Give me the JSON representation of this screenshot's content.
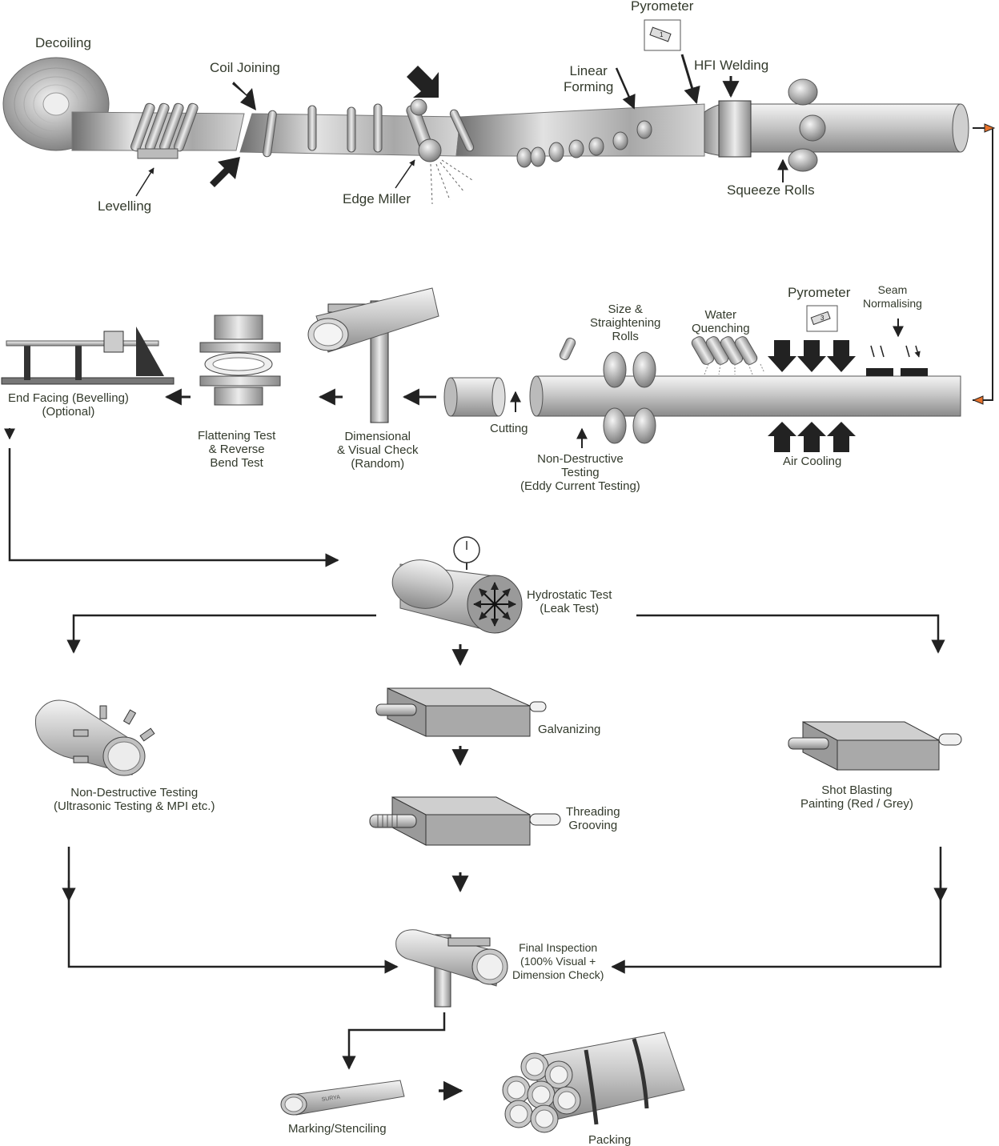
{
  "labels": {
    "decoiling": "Decoiling",
    "coil_joining": "Coil Joining",
    "pyrometer_1": "Pyrometer",
    "linear_forming": "Linear\nForming",
    "hfi_welding": "HFI Welding",
    "levelling": "Levelling",
    "edge_miller": "Edge Miller",
    "squeeze_rolls": "Squeeze Rolls",
    "size_straightening": "Size &\nStraightening\nRolls",
    "water_quenching": "Water\nQuenching",
    "pyrometer_2": "Pyrometer",
    "seam_normalising": "Seam\nNormalising",
    "end_facing": "End Facing (Bevelling)\n(Optional)",
    "flattening": "Flattening Test\n& Reverse\nBend Test",
    "dimensional": "Dimensional\n& Visual Check\n(Random)",
    "cutting": "Cutting",
    "ndt_eddy": "Non-Destructive\nTesting\n(Eddy Current Testing)",
    "air_cooling": "Air Cooling",
    "hydrostatic": "Hydrostatic Test\n(Leak Test)",
    "galvanizing": "Galvanizing",
    "ndt_ultrasonic": "Non-Destructive Testing\n(Ultrasonic Testing & MPI etc.)",
    "shot_blasting": "Shot Blasting\nPainting (Red / Grey)",
    "threading": "Threading\nGrooving",
    "final_inspection": "Final Inspection\n(100% Visual +\nDimension Check)",
    "marking": "Marking/Stenciling",
    "packing": "Packing"
  },
  "pyrometer_numbers": {
    "first": "1",
    "second": "3"
  },
  "stencil_text": "SURYA",
  "colors": {
    "text": "#333a2c",
    "arrow": "#222222",
    "accent_arrow": "#e8722a",
    "steel_light": "#e6e6e6",
    "steel_dark": "#7a7a7a",
    "box_face": "#a9a9a9"
  }
}
